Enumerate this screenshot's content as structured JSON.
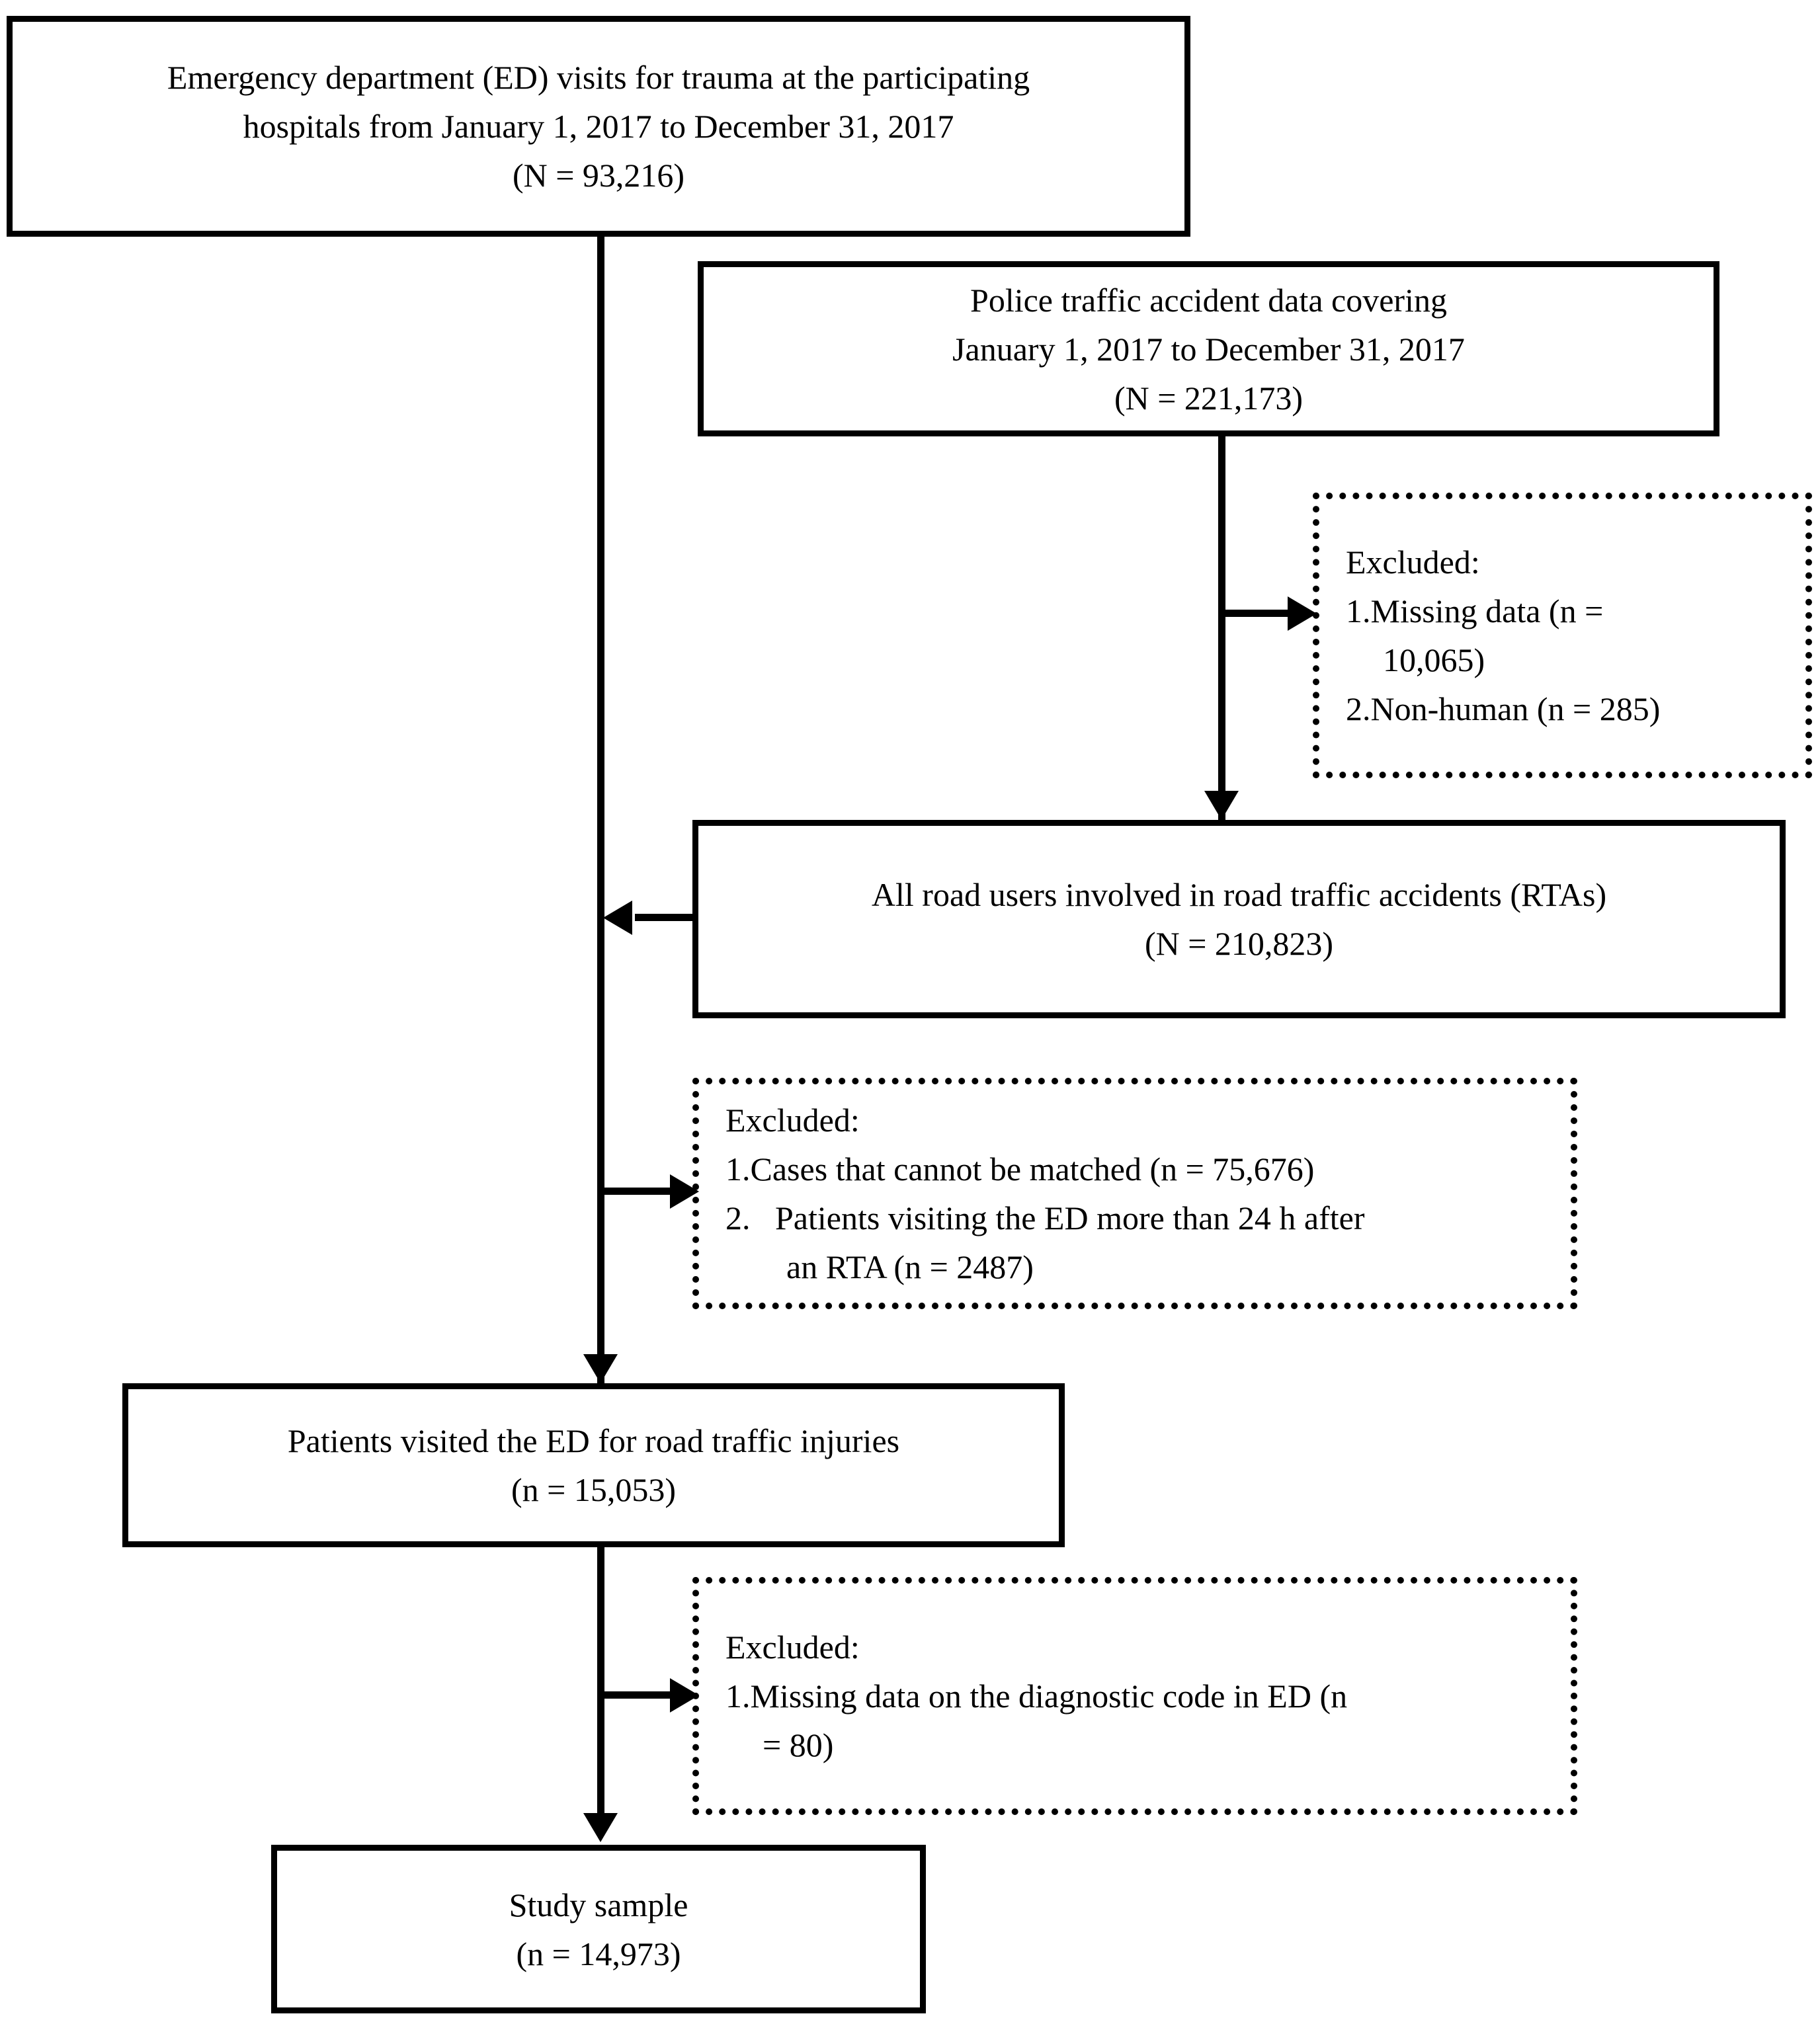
{
  "figure": {
    "type": "flowchart",
    "title": "Study participant selection flow diagram",
    "accent_color": "#000000",
    "background_color": "#ffffff"
  },
  "nodes": {
    "ed_visits": {
      "style": "solid",
      "line1": "Emergency department (ED) visits for trauma at the participating",
      "line2": "hospitals from January 1, 2017 to December 31, 2017",
      "line3": "(N = 93,216)"
    },
    "police_data": {
      "style": "solid",
      "line1": "Police traffic accident data covering",
      "line2": "January 1, 2017 to December 31, 2017",
      "line3": "(N = 221,173)"
    },
    "excluded_1": {
      "style": "dotted",
      "heading": "Excluded:",
      "item1": "1.Missing data (n =",
      "item1_cont": "10,065)",
      "item2": "2.Non-human (n = 285)"
    },
    "all_road_users": {
      "style": "solid",
      "line1": "All road users involved in road traffic accidents (RTAs)",
      "line2": "(N = 210,823)"
    },
    "excluded_2": {
      "style": "dotted",
      "heading": "Excluded:",
      "item1": "1.Cases that cannot be matched (n = 75,676)",
      "item2": "2.   Patients visiting the ED more than 24 h after",
      "item2_cont": "an RTA (n = 2487)"
    },
    "patients_ed": {
      "style": "solid",
      "line1": "Patients visited the ED for road traffic injuries",
      "line2": "(n = 15,053)"
    },
    "excluded_3": {
      "style": "dotted",
      "heading": "Excluded:",
      "item1": "1.Missing data on the diagnostic code in ED (n",
      "item1_cont": "= 80)"
    },
    "study_sample": {
      "style": "solid",
      "line1": "Study sample",
      "line2": "(n = 14,973)"
    }
  },
  "counts": {
    "ed_visits_N": 93216,
    "police_data_N": 221173,
    "excluded_missing_data_n": 10065,
    "excluded_non_human_n": 285,
    "all_road_users_N": 210823,
    "excluded_unmatched_n": 75676,
    "excluded_late_ed_visit_n": 2487,
    "patients_ed_n": 15053,
    "excluded_missing_diagnostic_code_n": 80,
    "study_sample_n": 14973
  },
  "connectors": [
    {
      "from": "ed_visits",
      "to": "merge-point",
      "direction": "down"
    },
    {
      "from": "police_data",
      "to": "excluded_1",
      "direction": "right"
    },
    {
      "from": "police_data",
      "to": "all_road_users",
      "direction": "down"
    },
    {
      "from": "all_road_users",
      "to": "main-spine",
      "direction": "left"
    },
    {
      "from": "main-spine",
      "to": "excluded_2",
      "direction": "right"
    },
    {
      "from": "main-spine",
      "to": "patients_ed",
      "direction": "down"
    },
    {
      "from": "patients_ed",
      "to": "excluded_3",
      "direction": "right"
    },
    {
      "from": "patients_ed",
      "to": "study_sample",
      "direction": "down"
    }
  ]
}
